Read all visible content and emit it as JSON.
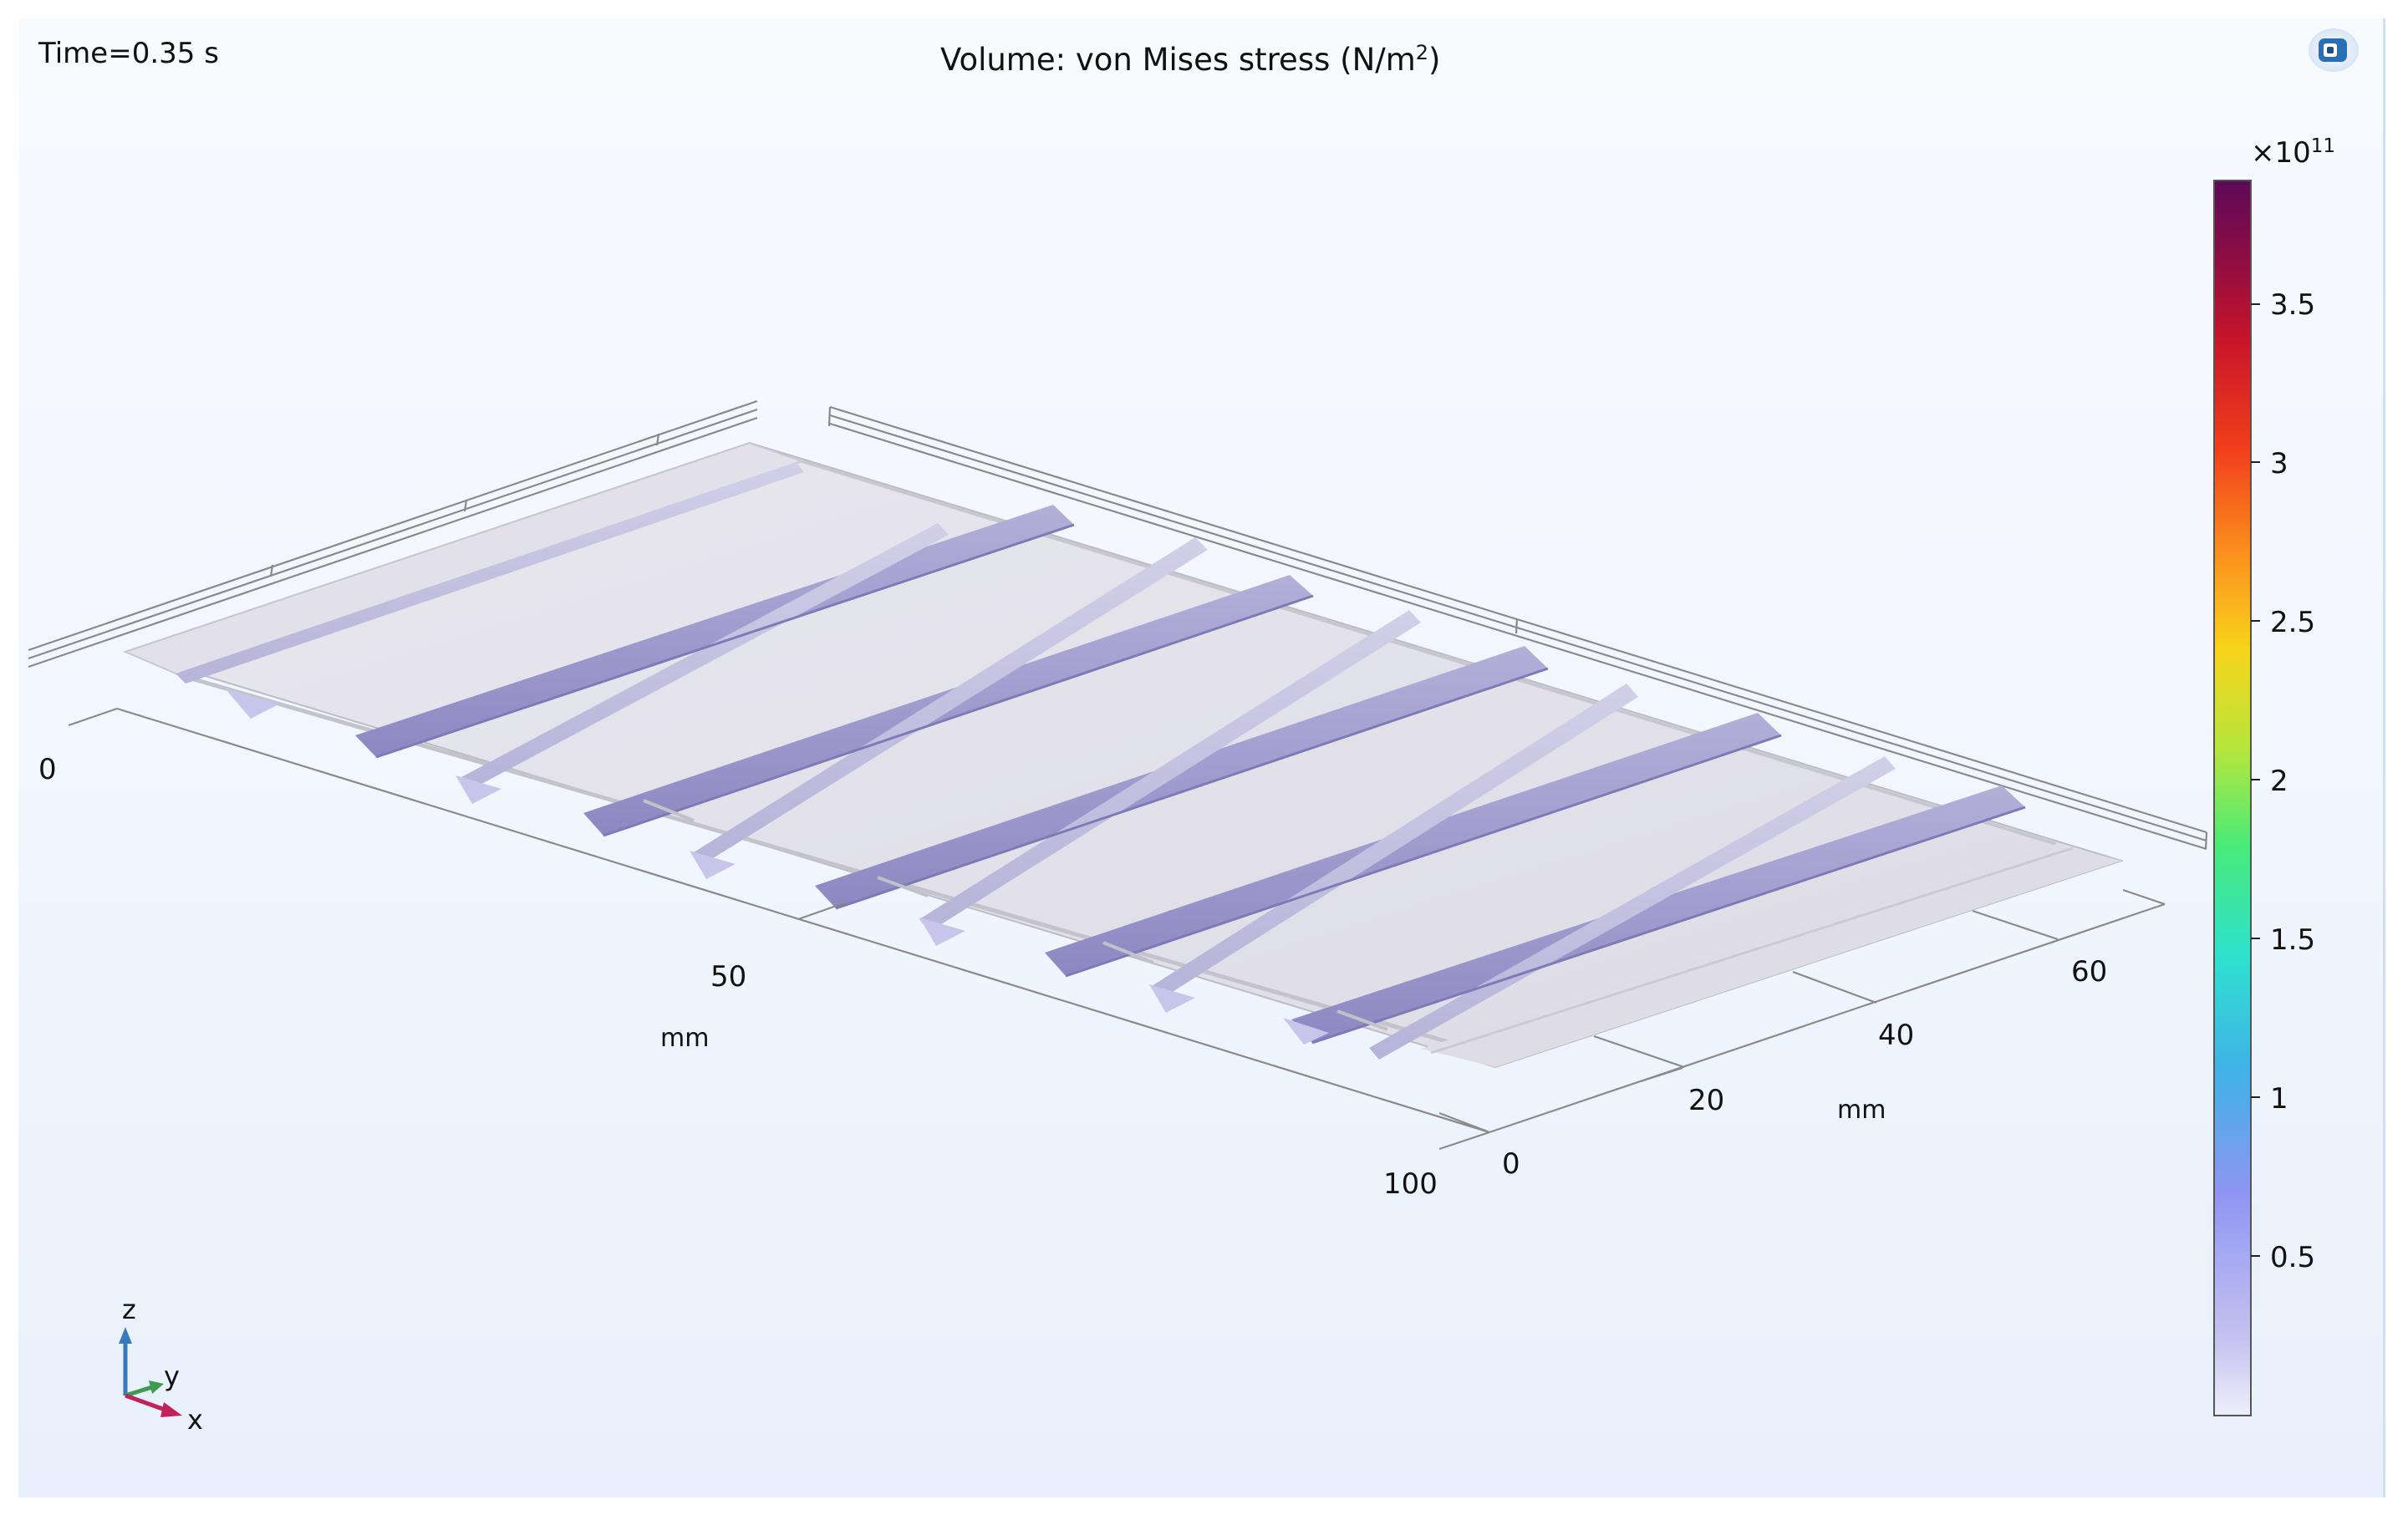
{
  "header": {
    "time_label": "Time=0.35 s",
    "title_main": "Volume: von Mises stress (N/m",
    "title_sup": "2",
    "title_end": ")"
  },
  "colorbar": {
    "multiplier_base": "×10",
    "multiplier_exp": "11",
    "ticks": [
      "3.5",
      "3",
      "2.5",
      "2",
      "1.5",
      "1",
      "0.5"
    ],
    "colors": [
      "#efeefb",
      "#c6c3f1",
      "#8f95f2",
      "#3fb2e8",
      "#2ee1d0",
      "#47eb7a",
      "#b6e63c",
      "#f7d41a",
      "#fb8e1d",
      "#f2401b",
      "#c9152a",
      "#8b0c44",
      "#5c0a59"
    ]
  },
  "axes": {
    "x_ticks": [
      "0",
      "50",
      "100"
    ],
    "x_unit": "mm",
    "y_ticks": [
      "0",
      "20",
      "40",
      "60"
    ],
    "y_unit": "mm"
  },
  "triad": {
    "z": "z",
    "y": "y",
    "x": "x"
  },
  "icons": {
    "app": "comsol-app-icon"
  }
}
